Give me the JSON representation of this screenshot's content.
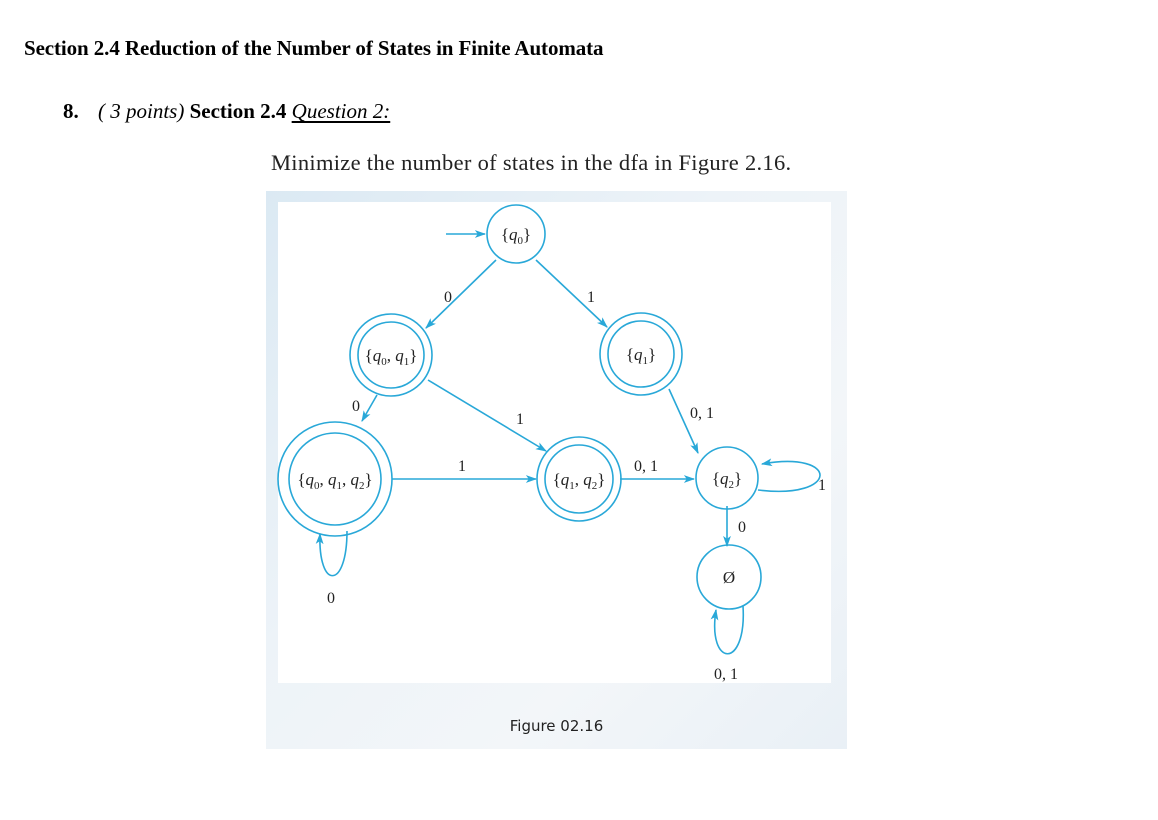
{
  "document": {
    "section_heading": "Section 2.4 Reduction of the Number of States in Finite Automata",
    "question": {
      "number": "8.",
      "points": "( 3 points)",
      "section_ref": "Section 2.4",
      "question_link": "Question 2:"
    },
    "prompt": "Minimize the number of states in the dfa in Figure 2.16."
  },
  "figure": {
    "caption": "Figure 02.16",
    "colors": {
      "edge": "#29a8d8",
      "frame": "#dde9f2",
      "text": "#222222"
    },
    "states": [
      {
        "id": "q0",
        "label_base": "{q",
        "label": "{q0}",
        "initial": true,
        "accepting": false
      },
      {
        "id": "q0q1",
        "label": "{q0, q1}",
        "initial": false,
        "accepting": true
      },
      {
        "id": "q1",
        "label": "{q1}",
        "initial": false,
        "accepting": true
      },
      {
        "id": "q0q1q2",
        "label": "{q0, q1, q2}",
        "initial": false,
        "accepting": true
      },
      {
        "id": "q1q2",
        "label": "{q1, q2}",
        "initial": false,
        "accepting": true
      },
      {
        "id": "q2",
        "label": "{q2}",
        "initial": false,
        "accepting": false
      },
      {
        "id": "empty",
        "label": "Ø",
        "initial": false,
        "accepting": false
      }
    ],
    "transitions": [
      {
        "from": "q0",
        "to": "q0q1",
        "label": "0"
      },
      {
        "from": "q0",
        "to": "q1",
        "label": "1"
      },
      {
        "from": "q0q1",
        "to": "q0q1q2",
        "label": "0"
      },
      {
        "from": "q0q1",
        "to": "q1q2",
        "label": "1"
      },
      {
        "from": "q1",
        "to": "q2",
        "label": "0, 1"
      },
      {
        "from": "q0q1q2",
        "to": "q1q2",
        "label": "1"
      },
      {
        "from": "q0q1q2",
        "to": "q0q1q2",
        "label": "0"
      },
      {
        "from": "q1q2",
        "to": "q2",
        "label": "0, 1"
      },
      {
        "from": "q2",
        "to": "q2",
        "label": "1"
      },
      {
        "from": "q2",
        "to": "empty",
        "label": "0"
      },
      {
        "from": "empty",
        "to": "empty",
        "label": "0, 1"
      }
    ]
  }
}
